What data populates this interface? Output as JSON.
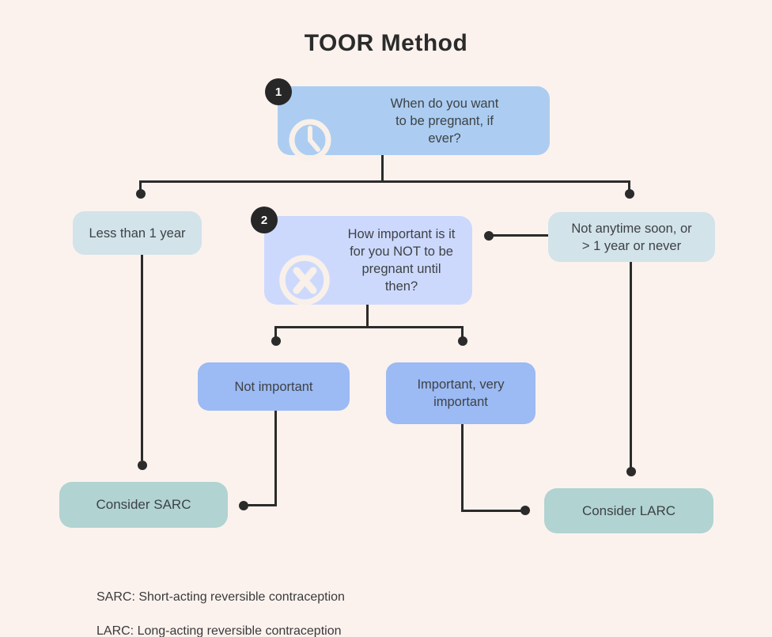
{
  "title": "TOOR Method",
  "steps": {
    "q1": {
      "badge": "1",
      "icon": "clock-icon",
      "text": "When do you want\nto be pregnant, if\never?"
    },
    "q2": {
      "badge": "2",
      "icon": "x-circle-icon",
      "text": "How important is it\nfor you NOT to be\npregnant until\nthen?"
    }
  },
  "options": {
    "less_than_1_year": "Less than 1 year",
    "not_anytime": "Not anytime soon, or\n> 1 year or never",
    "not_important": "Not important",
    "important": "Important, very\nimportant"
  },
  "results": {
    "sarc": "Consider SARC",
    "larc": "Consider LARC"
  },
  "legend": {
    "line1": "SARC: Short-acting reversible contraception",
    "line2": "LARC: Long-acting reversible contraception"
  },
  "colors": {
    "background": "#fbf2ee",
    "question1_box": "#accdf1",
    "question2_box": "#cdd9fc",
    "option_box": "#d2e3e9",
    "answer_box": "#9cbaf3",
    "result_box": "#b1d3d2",
    "connector": "#2b2b2b",
    "badge": "#272727",
    "icon_cream": "#f8f0e9",
    "text": "#3d4246"
  }
}
